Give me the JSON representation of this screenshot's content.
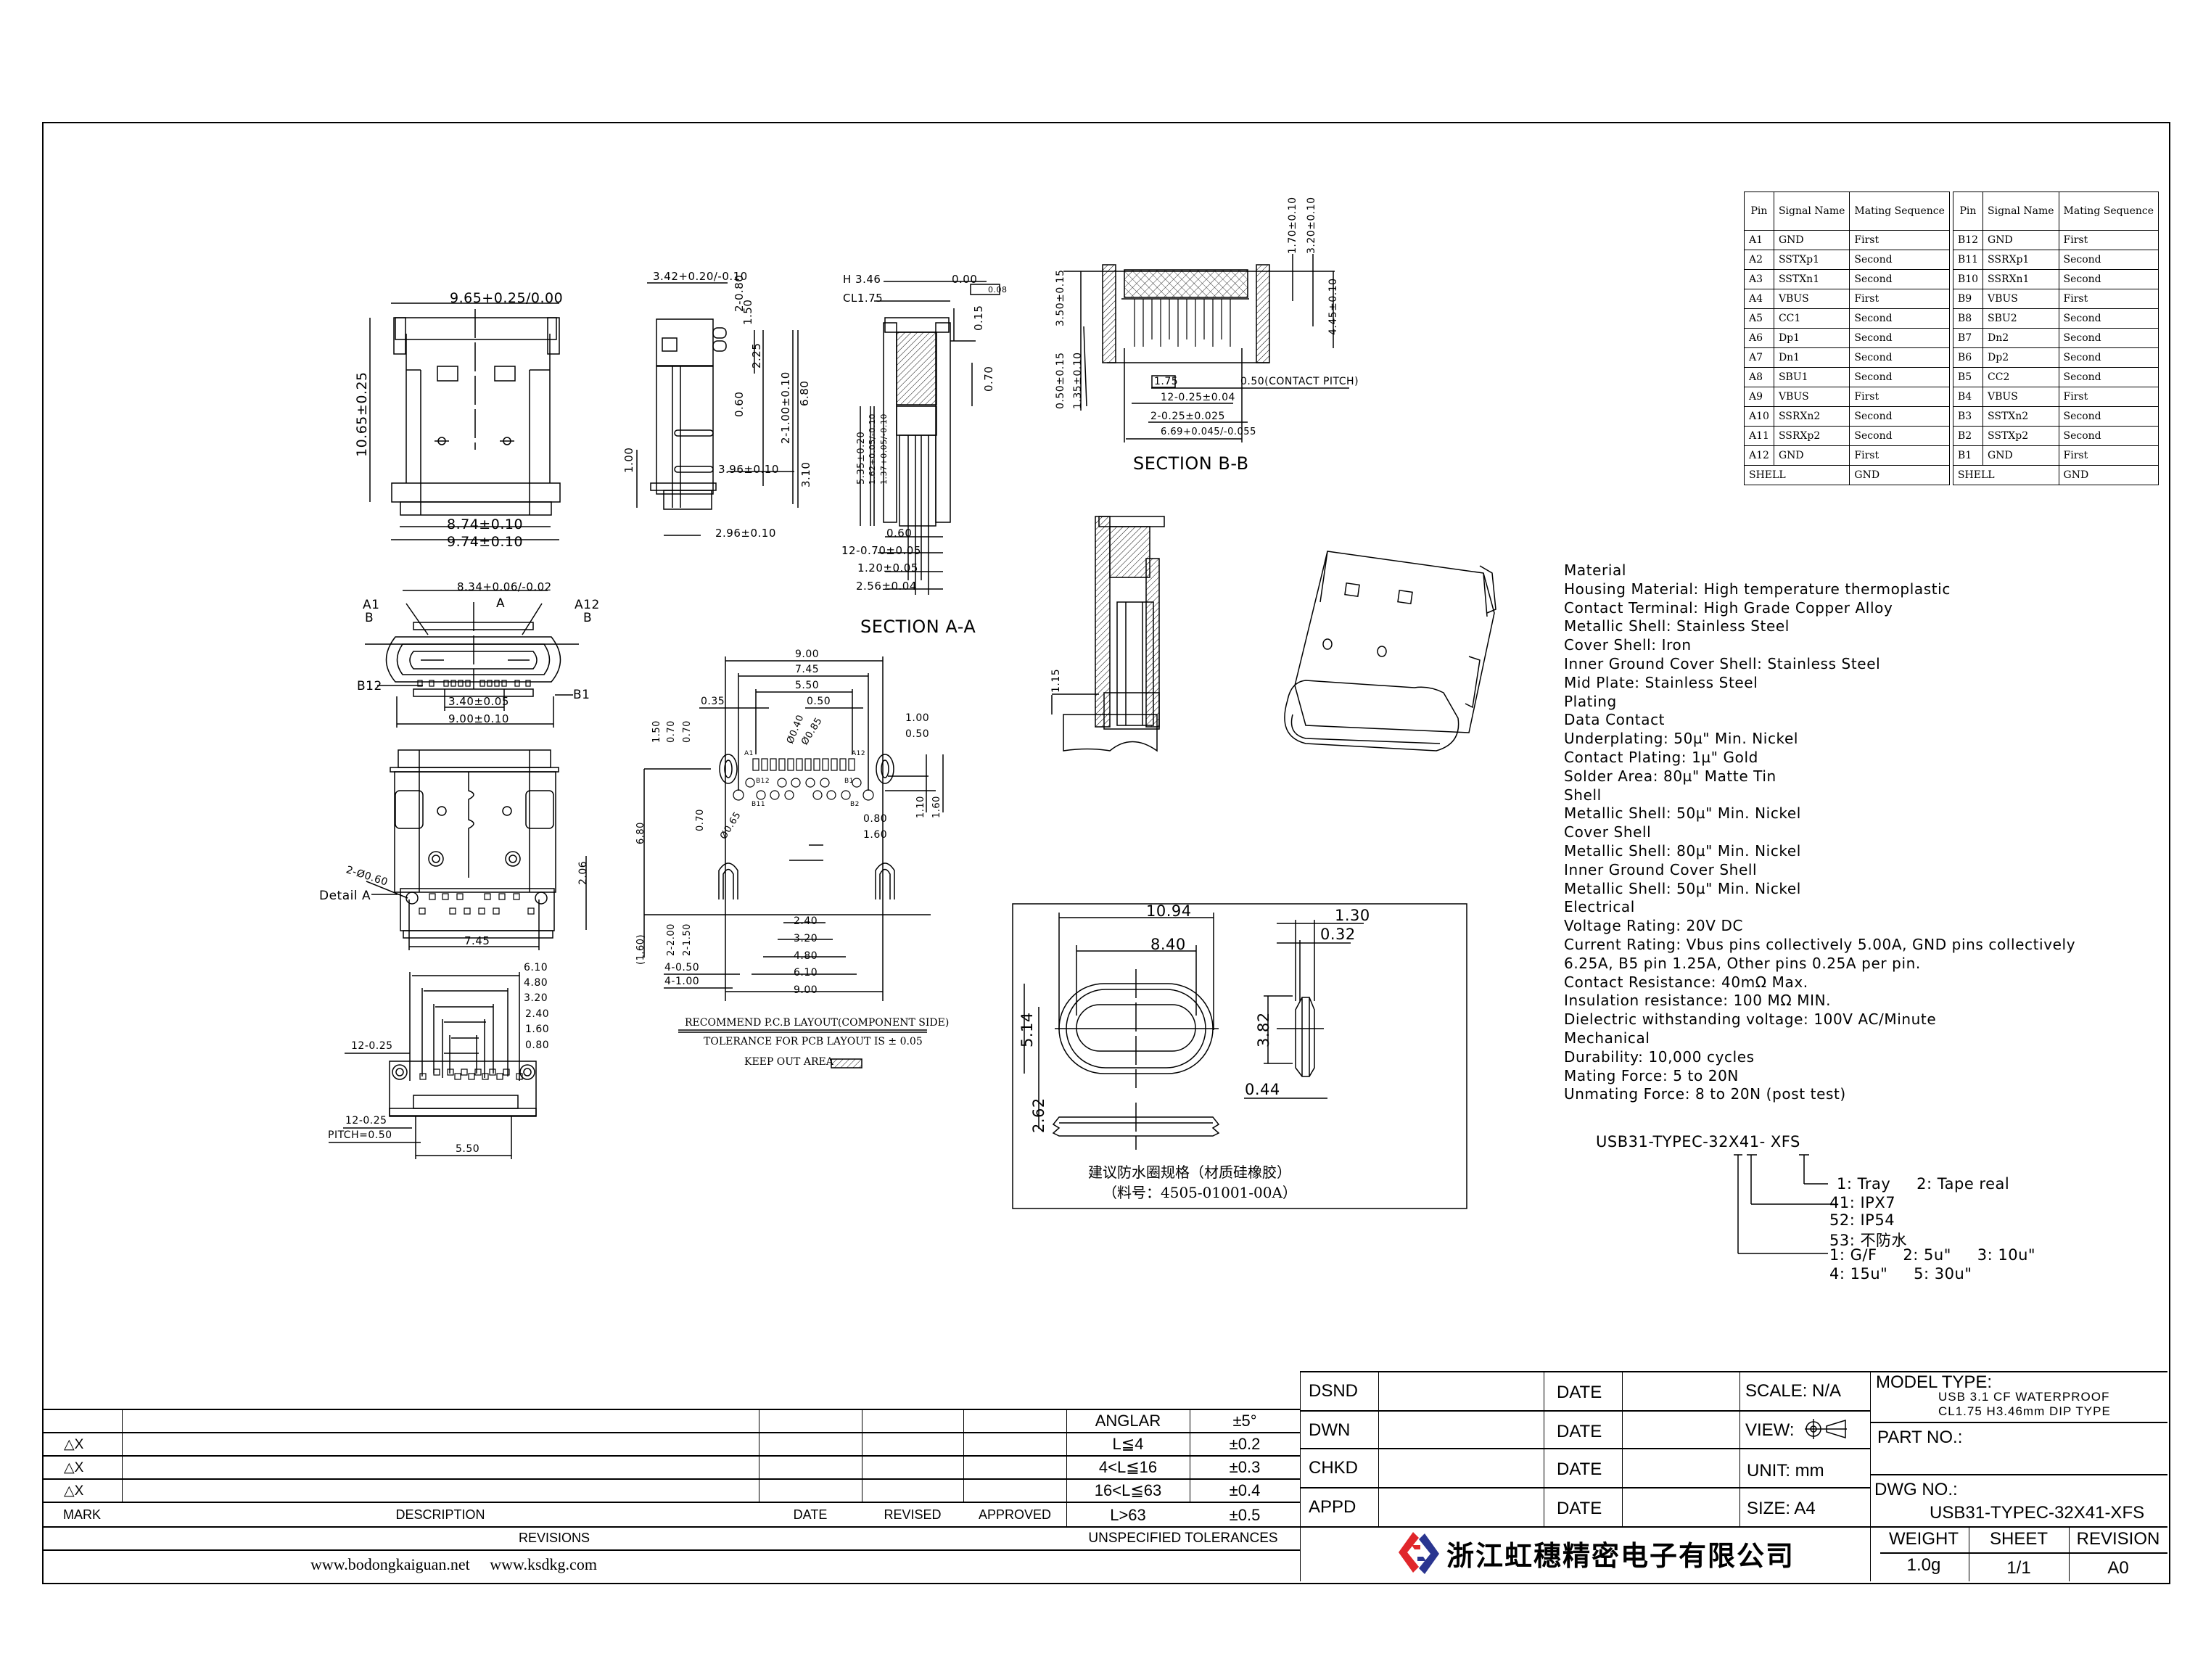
{
  "drawing": {
    "section_a_label": "SECTION A-A",
    "section_b_label": "SECTION B-B",
    "detail_label": "Detail A",
    "top_view": {
      "dims": [
        "9.65+0.25/0.00",
        "10.65±0.25",
        "8.74±0.10",
        "9.74±0.10"
      ]
    },
    "side_view": {
      "dims": [
        "3.42+0.20/-0.10",
        "2-0.80",
        "1.50",
        "2.25",
        "2-1.00±0.10",
        "6.80",
        "0.60",
        "1.00",
        "3.96±0.10",
        "3.10",
        "2.96±0.10"
      ]
    },
    "section_a": {
      "dims": [
        "H 3.46",
        "CL1.75",
        "0.00",
        "0.08",
        "0.15",
        "0.70",
        "5.35±0.20",
        "1.62+0.05/-0.10",
        "1.37+0.05/-0.10",
        "0.60",
        "12-0.70±0.05",
        "1.20±0.05",
        "2.56±0.04"
      ]
    },
    "section_b": {
      "dims": [
        "1.70±0.10",
        "3.20±0.10",
        "3.50±0.15",
        "4.45±0.10",
        "0.50±0.15",
        "1.35±0.10",
        "1.75",
        "0.50(CONTACT PITCH)",
        "12-0.25±0.04",
        "2-0.25±0.025",
        "6.69+0.045/-0.055"
      ]
    },
    "front_view": {
      "labels": [
        "A1",
        "B",
        "A",
        "A12",
        "B",
        "B12",
        "B1"
      ],
      "dims": [
        "8.34+0.06/-0.02",
        "3.40±0.05",
        "9.00±0.10"
      ]
    },
    "bottom_view": {
      "dims": [
        "2-Ø0.60",
        "2.06",
        "7.45"
      ]
    },
    "pin_pitch_view": {
      "dims": [
        "6.10",
        "4.80",
        "3.20",
        "2.40",
        "1.60",
        "0.80",
        "12-0.25",
        "12-0.25",
        "PITCH=0.50",
        "5.50"
      ]
    },
    "detail_a": {
      "dims": [
        "1.15"
      ]
    },
    "pcb_layout": {
      "dims_top": [
        "9.00",
        "7.45",
        "5.50",
        "0.35",
        "0.50",
        "1.00",
        "0.50",
        "Ø0.40",
        "Ø0.85",
        "Ø0.65",
        "1.50",
        "0.70",
        "0.70",
        "0.70",
        "6.80",
        "1.10",
        "1.60",
        "0.80",
        "1.60"
      ],
      "pin_labels": [
        "A1",
        "A12",
        "B12",
        "B1",
        "B11",
        "B2"
      ],
      "dims_bottom": [
        "2.40",
        "3.20",
        "4.80",
        "6.10",
        "9.00",
        "(1.60)",
        "2-2.00",
        "2-1.50",
        "4-0.50",
        "4-1.00"
      ],
      "title": "RECOMMEND P.C.B LAYOUT(COMPONENT SIDE)",
      "tolerance": "TOLERANCE FOR PCB LAYOUT IS ± 0.05",
      "keep_out": "KEEP OUT AREA"
    },
    "gasket": {
      "dims": [
        "10.94",
        "8.40",
        "5.14",
        "2.62",
        "1.30",
        "0.32",
        "3.82",
        "0.44"
      ],
      "caption_cn": "建议防水圈规格（材质硅橡胶）",
      "part_cn": "（料号：4505-01001-00A）"
    }
  },
  "pin_table": {
    "headers": [
      "Pin",
      "Signal Name",
      "Mating Sequence",
      "Pin",
      "Signal Name",
      "Mating Sequence"
    ],
    "rows": [
      [
        "A1",
        "GND",
        "First",
        "B12",
        "GND",
        "First"
      ],
      [
        "A2",
        "SSTXp1",
        "Second",
        "B11",
        "SSRXp1",
        "Second"
      ],
      [
        "A3",
        "SSTXn1",
        "Second",
        "B10",
        "SSRXn1",
        "Second"
      ],
      [
        "A4",
        "VBUS",
        "First",
        "B9",
        "VBUS",
        "First"
      ],
      [
        "A5",
        "CC1",
        "Second",
        "B8",
        "SBU2",
        "Second"
      ],
      [
        "A6",
        "Dp1",
        "Second",
        "B7",
        "Dn2",
        "Second"
      ],
      [
        "A7",
        "Dn1",
        "Second",
        "B6",
        "Dp2",
        "Second"
      ],
      [
        "A8",
        "SBU1",
        "Second",
        "B5",
        "CC2",
        "Second"
      ],
      [
        "A9",
        "VBUS",
        "First",
        "B4",
        "VBUS",
        "First"
      ],
      [
        "A10",
        "SSRXn2",
        "Second",
        "B3",
        "SSTXn2",
        "Second"
      ],
      [
        "A11",
        "SSRXp2",
        "Second",
        "B2",
        "SSTXp2",
        "Second"
      ],
      [
        "A12",
        "GND",
        "First",
        "B1",
        "GND",
        "First"
      ]
    ],
    "shell_row": [
      "SHELL",
      "GND",
      "SHELL",
      "GND"
    ]
  },
  "specs": [
    "Material",
    "Housing Material: High temperature thermoplastic",
    "Contact Terminal: High Grade Copper Alloy",
    "Metallic Shell: Stainless Steel",
    "Cover Shell: Iron",
    "Inner Ground Cover Shell: Stainless Steel",
    "Mid Plate: Stainless Steel",
    "Plating",
    "Data Contact",
    "Underplating: 50µ\" Min. Nickel",
    "Contact Plating: 1µ\" Gold",
    "Solder Area: 80µ\" Matte Tin",
    "Shell",
    "Metallic Shell: 50µ\" Min. Nickel",
    "Cover Shell",
    "Metallic Shell: 80µ\" Min. Nickel",
    "Inner Ground Cover Shell",
    "Metallic Shell: 50µ\" Min. Nickel",
    "Electrical",
    "Voltage Rating: 20V DC",
    "Current Rating: Vbus pins collectively 5.00A, GND pins collectively",
    "6.25A, B5 pin 1.25A, Other pins 0.25A per pin.",
    "Contact Resistance: 40mΩ Max.",
    "Insulation resistance: 100 MΩ MIN.",
    "Dielectric withstanding voltage: 100V AC/Minute",
    "Mechanical",
    "Durability: 10,000 cycles",
    "Mating Force: 5 to 20N",
    "Unmating Force: 8 to 20N (post test)"
  ],
  "part_code": {
    "code": "USB31-TYPEC-32X41- XFS",
    "options": [
      "1: Tray     2: Tape real",
      "41: IPX7",
      "52: IP54",
      "53: 不防水",
      "1: G/F     2: 5u\"     3: 10u\"",
      "4: 15u\"     5: 30u\""
    ]
  },
  "revisions": {
    "marks": [
      "△X",
      "△X",
      "△X"
    ],
    "headers": [
      "MARK",
      "DESCRIPTION",
      "DATE",
      "REVISED",
      "APPROVED"
    ],
    "footer": "REVISIONS"
  },
  "tolerances": {
    "rows": [
      [
        "ANGLAR",
        "±5°"
      ],
      [
        "L≦4",
        "±0.2"
      ],
      [
        "4<L≦16",
        "±0.3"
      ],
      [
        "16<L≦63",
        "±0.4"
      ],
      [
        "L>63",
        "±0.5"
      ]
    ],
    "footer": "UNSPECIFIED TOLERANCES"
  },
  "websites": "www.bodongkaiguan.net     www.ksdkg.com",
  "title_block": {
    "rows": [
      {
        "role": "DSND",
        "date": "DATE",
        "info": "SCALE: N/A"
      },
      {
        "role": "DWN",
        "date": "DATE",
        "info": "VIEW:"
      },
      {
        "role": "CHKD",
        "date": "DATE",
        "info": "UNIT: mm"
      },
      {
        "role": "APPD",
        "date": "DATE",
        "info": "SIZE: A4"
      }
    ],
    "model_type_label": "MODEL TYPE:",
    "model_type_line1": "USB 3.1 CF WATERPROOF",
    "model_type_line2": "CL1.75 H3.46mm DIP TYPE",
    "part_no_label": "PART NO.:",
    "dwg_no_label": "DWG NO.:",
    "dwg_no": "USB31-TYPEC-32X41-XFS",
    "company": "浙江虹穗精密电子有限公司",
    "weight_label": "WEIGHT",
    "weight": "1.0g",
    "sheet_label": "SHEET",
    "sheet": "1/1",
    "revision_label": "REVISION",
    "revision": "A0",
    "logo_colors": {
      "red": "#e0262b",
      "blue": "#2a3590"
    }
  }
}
